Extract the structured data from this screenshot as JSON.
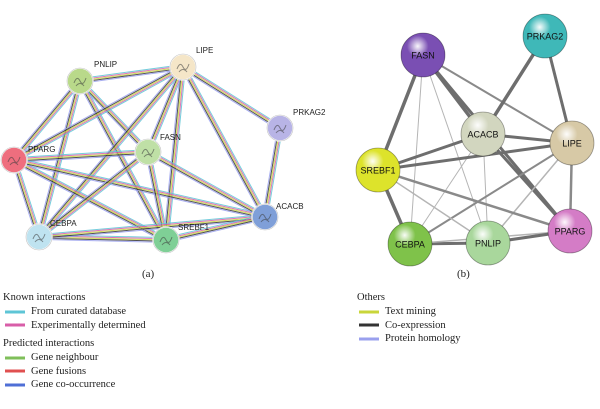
{
  "panels": {
    "a": {
      "label": "(a)"
    },
    "b": {
      "label": "(b)"
    }
  },
  "network_a": {
    "nodes": [
      {
        "id": "PNLIP",
        "label": "PNLIP",
        "color": "#b9d98a"
      },
      {
        "id": "LIPE",
        "label": "LIPE",
        "color": "#f5e6c8"
      },
      {
        "id": "PRKAG2",
        "label": "PRKAG2",
        "color": "#b8b4e6"
      },
      {
        "id": "PPARG",
        "label": "PPARG",
        "color": "#ee6e7e"
      },
      {
        "id": "FASN",
        "label": "FASN",
        "color": "#bfe0a6"
      },
      {
        "id": "CEBPA",
        "label": "CEBPA",
        "color": "#bfe3f0"
      },
      {
        "id": "SREBF1",
        "label": "SREBF1",
        "color": "#7fcf96"
      },
      {
        "id": "ACACB",
        "label": "ACACB",
        "color": "#7f9fd8"
      }
    ],
    "edges": [
      [
        "PNLIP",
        "LIPE"
      ],
      [
        "PNLIP",
        "PPARG"
      ],
      [
        "PNLIP",
        "FASN"
      ],
      [
        "PNLIP",
        "SREBF1"
      ],
      [
        "PNLIP",
        "CEBPA"
      ],
      [
        "LIPE",
        "PPARG"
      ],
      [
        "LIPE",
        "FASN"
      ],
      [
        "LIPE",
        "CEBPA"
      ],
      [
        "LIPE",
        "SREBF1"
      ],
      [
        "LIPE",
        "ACACB"
      ],
      [
        "LIPE",
        "PRKAG2"
      ],
      [
        "PPARG",
        "FASN"
      ],
      [
        "PPARG",
        "CEBPA"
      ],
      [
        "PPARG",
        "SREBF1"
      ],
      [
        "PPARG",
        "ACACB"
      ],
      [
        "FASN",
        "SREBF1"
      ],
      [
        "FASN",
        "ACACB"
      ],
      [
        "FASN",
        "CEBPA"
      ],
      [
        "CEBPA",
        "SREBF1"
      ],
      [
        "CEBPA",
        "ACACB"
      ],
      [
        "SREBF1",
        "ACACB"
      ],
      [
        "PRKAG2",
        "ACACB"
      ]
    ]
  },
  "network_b": {
    "nodes": [
      {
        "id": "FASN",
        "label": "FASN",
        "color": "#7a4fb3"
      },
      {
        "id": "PRKAG2",
        "label": "PRKAG2",
        "color": "#3fb8b8"
      },
      {
        "id": "ACACB",
        "label": "ACACB",
        "color": "#d2d6bf"
      },
      {
        "id": "LIPE",
        "label": "LIPE",
        "color": "#d7c9a6"
      },
      {
        "id": "SREBF1",
        "label": "SREBF1",
        "color": "#dde32b"
      },
      {
        "id": "CEBPA",
        "label": "CEBPA",
        "color": "#7fc24a"
      },
      {
        "id": "PNLIP",
        "label": "PNLIP",
        "color": "#a9d79c"
      },
      {
        "id": "PPARG",
        "label": "PPARG",
        "color": "#d47cc6"
      }
    ],
    "edges": [
      [
        "FASN",
        "ACACB",
        3.5
      ],
      [
        "FASN",
        "SREBF1",
        3.5
      ],
      [
        "FASN",
        "LIPE",
        2
      ],
      [
        "FASN",
        "PPARG",
        3
      ],
      [
        "FASN",
        "CEBPA",
        1
      ],
      [
        "FASN",
        "PNLIP",
        1
      ],
      [
        "PRKAG2",
        "ACACB",
        3.5
      ],
      [
        "PRKAG2",
        "LIPE",
        3
      ],
      [
        "ACACB",
        "SREBF1",
        3
      ],
      [
        "ACACB",
        "LIPE",
        3
      ],
      [
        "ACACB",
        "PPARG",
        3
      ],
      [
        "ACACB",
        "CEBPA",
        1
      ],
      [
        "ACACB",
        "PNLIP",
        1
      ],
      [
        "LIPE",
        "SREBF1",
        3
      ],
      [
        "LIPE",
        "PPARG",
        2.5
      ],
      [
        "LIPE",
        "CEBPA",
        2
      ],
      [
        "LIPE",
        "PNLIP",
        1.5
      ],
      [
        "SREBF1",
        "CEBPA",
        3.5
      ],
      [
        "SREBF1",
        "PPARG",
        2.5
      ],
      [
        "SREBF1",
        "PNLIP",
        1.5
      ],
      [
        "CEBPA",
        "PNLIP",
        3
      ],
      [
        "CEBPA",
        "PPARG",
        1.5
      ],
      [
        "PNLIP",
        "PPARG",
        3
      ]
    ]
  },
  "legend": {
    "known": {
      "title": "Known interactions",
      "items": [
        {
          "label": "From curated database",
          "color": "#5ec5d6"
        },
        {
          "label": "Experimentally determined",
          "color": "#d85ea8"
        }
      ]
    },
    "predicted": {
      "title": "Predicted interactions",
      "items": [
        {
          "label": "Gene neighbour",
          "color": "#7fbf5a"
        },
        {
          "label": "Gene fusions",
          "color": "#e05050"
        },
        {
          "label": "Gene co-occurrence",
          "color": "#4f6fd6"
        }
      ]
    },
    "others": {
      "title": "Others",
      "items": [
        {
          "label": "Text mining",
          "color": "#c9d63a"
        },
        {
          "label": "Co-expression",
          "color": "#333333"
        },
        {
          "label": "Protein homology",
          "color": "#9aa0ee"
        }
      ]
    }
  }
}
